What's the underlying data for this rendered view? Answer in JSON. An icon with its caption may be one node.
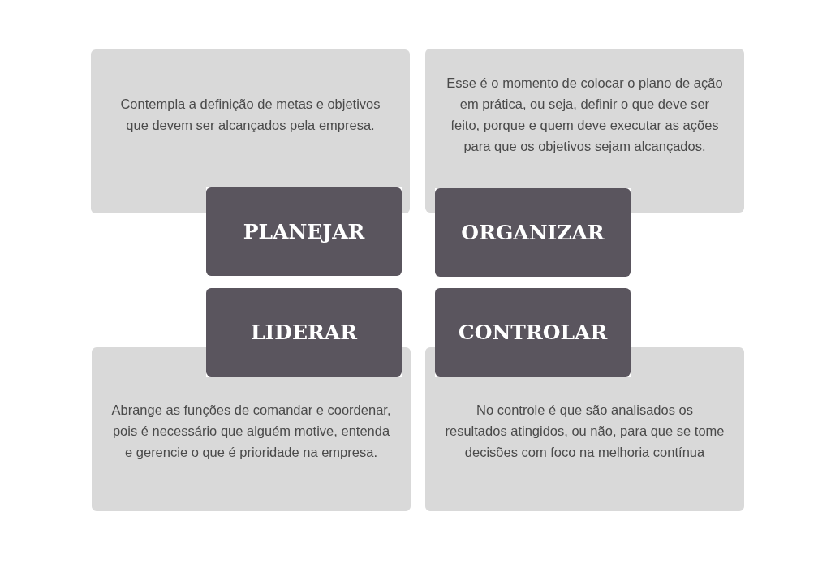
{
  "diagram": {
    "nodes": [
      {
        "text": [
          "Contempla a definição de metas e objetivos que devem ser alcançados pela empresa."
        ]
      },
      {
        "text": [
          "Esse é o momento de colocar o plano de ação em prática, ou seja, definir o que deve ser feito, porque e quem deve executar as ações para que os objetivos sejam alcançados."
        ]
      },
      {
        "text": [
          "PLANEJAR"
        ]
      },
      {
        "text": [
          "ORGANIZAR"
        ]
      },
      {
        "text": [
          "LIDERAR"
        ]
      },
      {
        "text": [
          "CONTROLAR"
        ]
      },
      {
        "text": [
          "Abrange as funções de comandar e coordenar, pois é necessário que alguém motive, entenda e gerencie o que é prioridade na empresa."
        ]
      },
      {
        "text": [
          "No controle é que são analisados os resultados atingidos, ou não, para que se tome decisões com foco na melhoria contínua"
        ]
      }
    ]
  }
}
